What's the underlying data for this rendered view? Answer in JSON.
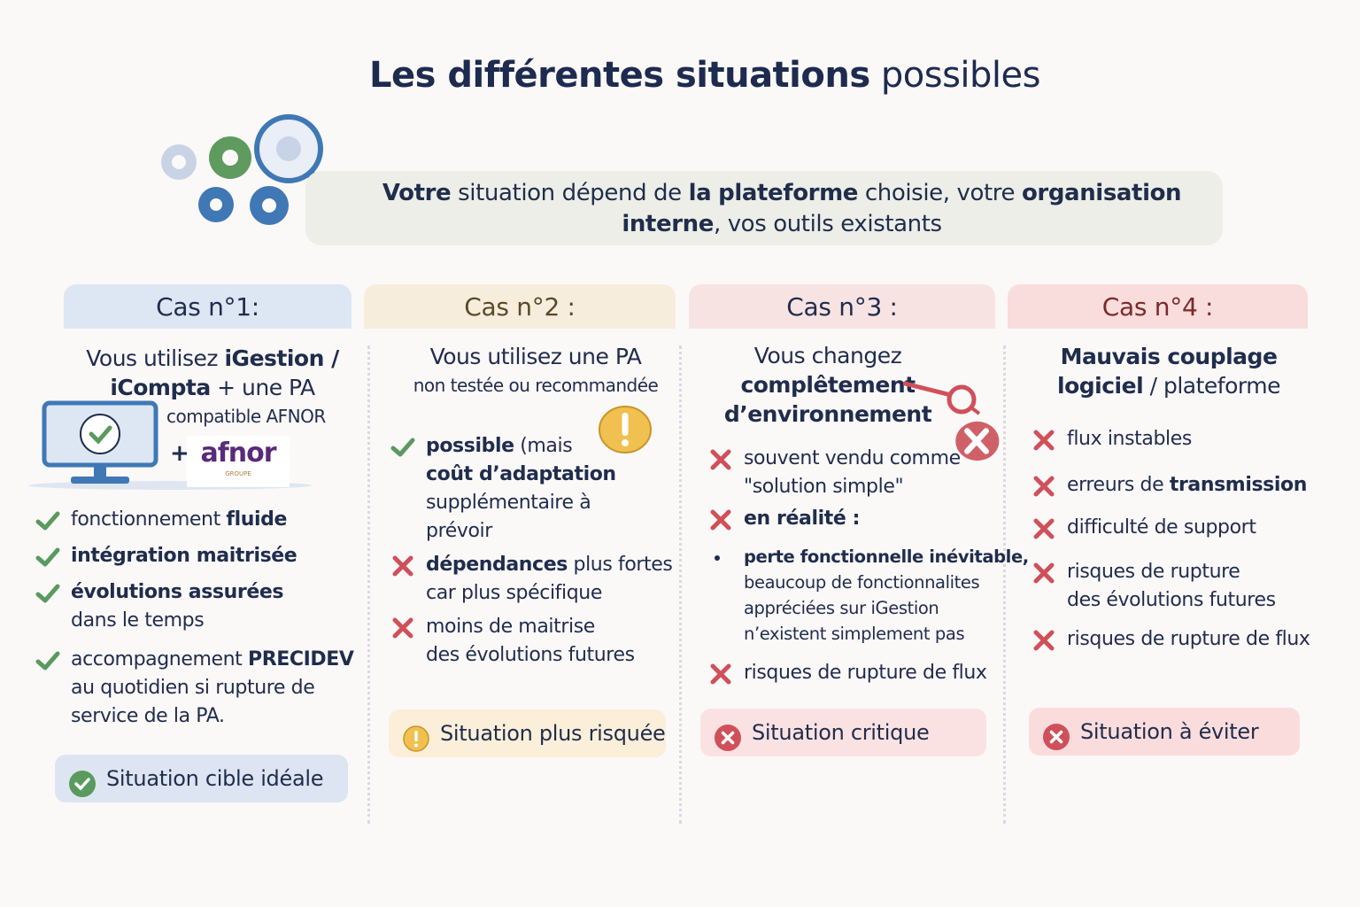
{
  "title": {
    "bold": "Les différentes situations",
    "normal": " possibles"
  },
  "banner": {
    "segments": [
      {
        "t": "Votre",
        "b": true
      },
      {
        "t": " situation dépend de ",
        "b": false
      },
      {
        "t": "la",
        "b": true
      },
      {
        "t": " ",
        "b": false
      },
      {
        "t": "plateforme",
        "b": true
      },
      {
        "t": " choisie, votre ",
        "b": false
      },
      {
        "t": "organisation",
        "b": true
      }
    ],
    "line2": [
      {
        "t": "interne",
        "b": true
      },
      {
        "t": ", vos outils existants",
        "b": false
      }
    ]
  },
  "columns": [
    {
      "header": "Cas n°1:",
      "subtitle": [
        [
          {
            "t": "Vous utilisez ",
            "b": false
          },
          {
            "t": "iGestion /",
            "b": true
          }
        ],
        [
          {
            "t": "iCompta",
            "b": true
          },
          {
            "t": " + une PA",
            "b": false
          }
        ]
      ],
      "subtitle_extra": "compatible AFNOR",
      "logo": {
        "main": "afnor",
        "sub": "GROUPE"
      },
      "items": [
        {
          "icon": "check",
          "lines": [
            [
              {
                "t": "fonctionnement ",
                "b": false
              },
              {
                "t": "fluide",
                "b": true
              }
            ]
          ]
        },
        {
          "icon": "check",
          "lines": [
            [
              {
                "t": "intégration maitrisée",
                "b": true
              }
            ]
          ]
        },
        {
          "icon": "check",
          "lines": [
            [
              {
                "t": "évolutions assurées",
                "b": true
              }
            ],
            [
              {
                "t": "dans le temps",
                "b": false
              }
            ]
          ]
        },
        {
          "icon": "check",
          "lines": [
            [
              {
                "t": "accompagnement ",
                "b": false
              },
              {
                "t": "PRECIDEV",
                "b": true
              }
            ],
            [
              {
                "t": "au quotidien si rupture de",
                "b": false
              }
            ],
            [
              {
                "t": "service de la PA.",
                "b": false
              }
            ]
          ]
        }
      ],
      "badge": {
        "icon": "check",
        "label": "Situation cible idéale"
      }
    },
    {
      "header": "Cas n°2 :",
      "subtitle": [
        [
          {
            "t": "Vous utilisez une PA",
            "b": false
          }
        ]
      ],
      "subtitle_extra": "non testée ou recommandée",
      "items": [
        {
          "icon": "check",
          "lines": [
            [
              {
                "t": "possible",
                "b": true
              },
              {
                "t": " (mais",
                "b": false
              }
            ],
            [
              {
                "t": "coût d’adaptation",
                "b": true
              }
            ],
            [
              {
                "t": "supplémentaire à",
                "b": false
              }
            ],
            [
              {
                "t": "prévoir",
                "b": false
              }
            ]
          ]
        },
        {
          "icon": "cross",
          "lines": [
            [
              {
                "t": "dépendances",
                "b": true
              },
              {
                "t": " plus fortes",
                "b": false
              }
            ],
            [
              {
                "t": "car plus spécifique",
                "b": false
              }
            ]
          ]
        },
        {
          "icon": "cross",
          "lines": [
            [
              {
                "t": "moins de maitrise",
                "b": false
              }
            ],
            [
              {
                "t": "des évolutions futures",
                "b": false
              }
            ]
          ]
        }
      ],
      "badge": {
        "icon": "warning",
        "label": "Situation plus risquée"
      }
    },
    {
      "header": "Cas n°3 :",
      "subtitle": [
        [
          {
            "t": "Vous changez",
            "b": false
          }
        ],
        [
          {
            "t": "complêtement",
            "b": true
          }
        ],
        [
          {
            "t": "d’environnement",
            "b": true
          }
        ]
      ],
      "items": [
        {
          "icon": "cross",
          "lines": [
            [
              {
                "t": "souvent vendu comme",
                "b": false
              }
            ],
            [
              {
                "t": "\"solution simple\"",
                "b": false
              }
            ]
          ]
        },
        {
          "icon": "cross",
          "lines": [
            [
              {
                "t": "en réalité :",
                "b": true
              }
            ]
          ]
        },
        {
          "icon": "bullet",
          "small": true,
          "lines": [
            [
              {
                "t": "perte fonctionnelle inévitable,",
                "b": true
              }
            ],
            [
              {
                "t": "beaucoup de fonctionnalites",
                "b": false
              }
            ],
            [
              {
                "t": "appréciées sur iGestion",
                "b": false
              }
            ],
            [
              {
                "t": "n’existent simplement pas",
                "b": false
              }
            ]
          ]
        },
        {
          "icon": "cross",
          "lines": [
            [
              {
                "t": "risques de rupture de flux",
                "b": false
              }
            ]
          ]
        }
      ],
      "badge": {
        "icon": "cross",
        "label": "Situation critique"
      }
    },
    {
      "header": "Cas n°4 :",
      "subtitle": [
        [
          {
            "t": "Mauvais couplage",
            "b": true
          }
        ],
        [
          {
            "t": "logiciel",
            "b": true
          },
          {
            "t": " / plateforme",
            "b": false
          }
        ]
      ],
      "items": [
        {
          "icon": "cross",
          "lines": [
            [
              {
                "t": "flux instables",
                "b": false
              }
            ]
          ]
        },
        {
          "icon": "cross",
          "lines": [
            [
              {
                "t": "erreurs de ",
                "b": false
              },
              {
                "t": "transmission",
                "b": true
              }
            ]
          ]
        },
        {
          "icon": "cross",
          "lines": [
            [
              {
                "t": "difficulté de support",
                "b": false
              }
            ]
          ]
        },
        {
          "icon": "cross",
          "lines": [
            [
              {
                "t": "risques de rupture",
                "b": false
              }
            ],
            [
              {
                "t": "des évolutions futures",
                "b": false
              }
            ]
          ]
        },
        {
          "icon": "cross",
          "lines": [
            [
              {
                "t": "risques de rupture de flux",
                "b": false
              }
            ]
          ]
        }
      ],
      "badge": {
        "icon": "cross",
        "label": "Situation à éviter"
      }
    }
  ],
  "colors": {
    "check": "#5a9a5e",
    "cross": "#d0505a",
    "warning": "#f0c050",
    "navy": "#1f2d4d"
  }
}
